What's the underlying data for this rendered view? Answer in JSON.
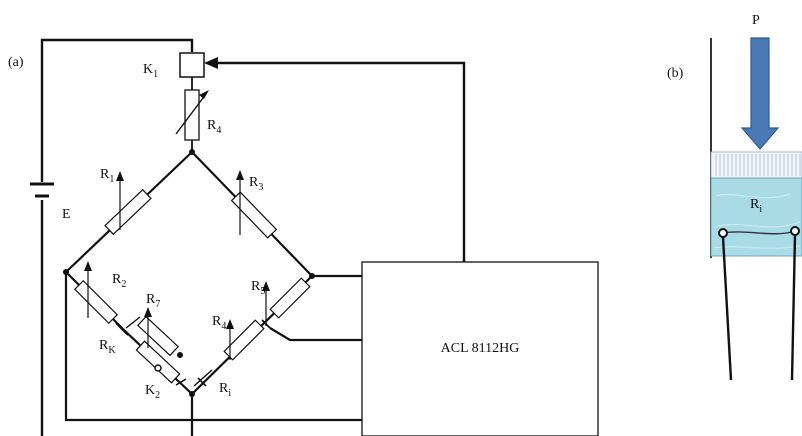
{
  "panel_a": {
    "tag": "(a)",
    "k1": {
      "base": "K",
      "sub": "1"
    },
    "k2": {
      "base": "K",
      "sub": "2"
    },
    "e": "E",
    "r1": {
      "base": "R",
      "sub": "1"
    },
    "r2": {
      "base": "R",
      "sub": "2"
    },
    "r3": {
      "base": "R",
      "sub": "3"
    },
    "r4_top": {
      "base": "R",
      "sub": "4"
    },
    "r4_low": {
      "base": "R",
      "sub": "4"
    },
    "r5": {
      "base": "R",
      "sub": "5"
    },
    "r7": {
      "base": "R",
      "sub": "7"
    },
    "rk": {
      "base": "R",
      "sub": "K"
    },
    "ri": {
      "base": "R",
      "sub": "i"
    },
    "daq_label": "ACL 8112HG"
  },
  "panel_b": {
    "tag": "(b)",
    "force": "P",
    "ri": {
      "base": "R",
      "sub": "i"
    }
  },
  "colors": {
    "wire": "#111111",
    "arrow_fill": "#4a7ab5",
    "arrow_stroke": "#2f5b8e",
    "cap_fill": "#f2f5fb",
    "cap_line": "#aab7cc",
    "medium_fill": "#a9dbe6",
    "medium_stroke": "#6aa6c0",
    "sensor_wire": "#333333"
  }
}
